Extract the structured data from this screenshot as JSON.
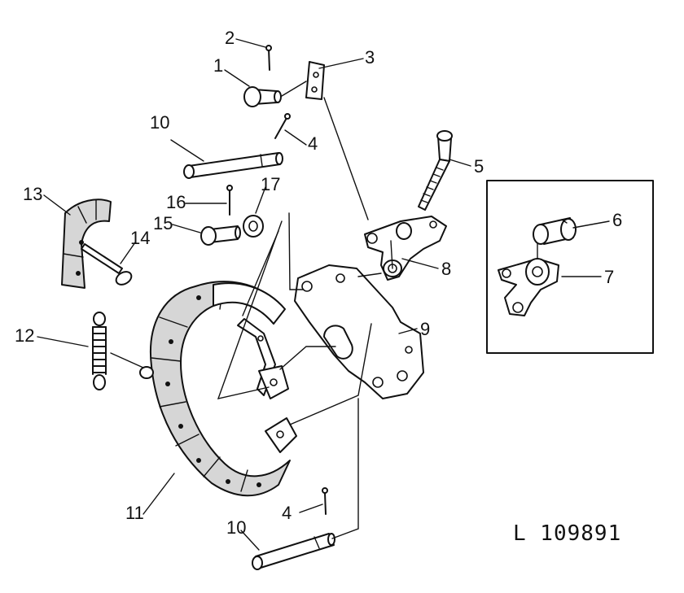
{
  "callouts": {
    "c1": "1",
    "c2": "2",
    "c3": "3",
    "c4a": "4",
    "c4b": "4",
    "c5": "5",
    "c6": "6",
    "c7": "7",
    "c8": "8",
    "c9": "9",
    "c10a": "10",
    "c10b": "10",
    "c11": "11",
    "c12": "12",
    "c13": "13",
    "c14": "14",
    "c15": "15",
    "c16": "16",
    "c17": "17"
  },
  "reference": "L 109891",
  "colors": {
    "ink": "#111111",
    "paper": "#ffffff",
    "lining": "#d6d6d6"
  }
}
